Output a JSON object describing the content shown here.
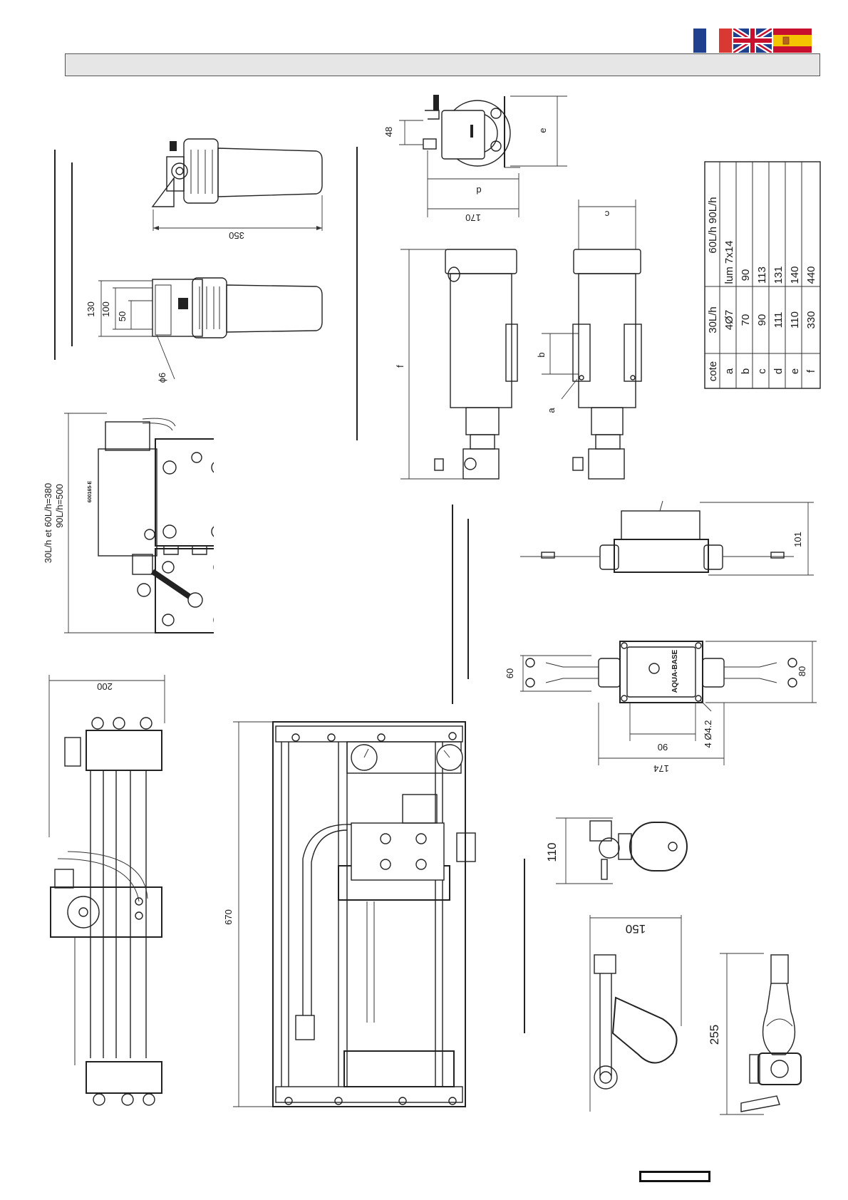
{
  "flags": [
    {
      "name": "france",
      "colors": [
        "#1f3f8f",
        "#ffffff",
        "#d83a33"
      ]
    },
    {
      "name": "united-kingdom",
      "colors": [
        "#1f3f8f",
        "#ffffff",
        "#c8102e"
      ]
    },
    {
      "name": "spain",
      "colors": [
        "#c8102e",
        "#f4c400",
        "#c8102e"
      ]
    }
  ],
  "filter_views": {
    "length": "350",
    "heights": [
      "130",
      "100",
      "50"
    ],
    "port": "ϕ6"
  },
  "frame_side_view": {
    "height_note_1": "30L/h et 60L/h=380",
    "height_note_2": "90L/h=500",
    "plate_label": "600165-E"
  },
  "uv_lamp": {
    "top_dims": [
      "48",
      "e",
      "d",
      "170"
    ],
    "side_dims": [
      "f",
      "c",
      "b",
      "a"
    ]
  },
  "dimension_table": {
    "headers": [
      "cote",
      "30L/h",
      "60L/h 90L/h"
    ],
    "rows": [
      [
        "a",
        "4Ø7",
        "lum 7x14"
      ],
      [
        "b",
        "70",
        "90"
      ],
      [
        "c",
        "90",
        "113"
      ],
      [
        "d",
        "111",
        "131"
      ],
      [
        "e",
        "110",
        "140"
      ],
      [
        "f",
        "330",
        "440"
      ]
    ]
  },
  "uv_box": {
    "height": "101",
    "widths": [
      "60",
      "80"
    ],
    "bottom_dims": [
      "90",
      "174",
      "4 Ø4.2"
    ],
    "brand": "AQUA-BASE"
  },
  "front_views": {
    "width": "200",
    "height": "670"
  },
  "valves": {
    "valve_height": "110",
    "strainer_width": "150",
    "regulator_height": "255"
  }
}
